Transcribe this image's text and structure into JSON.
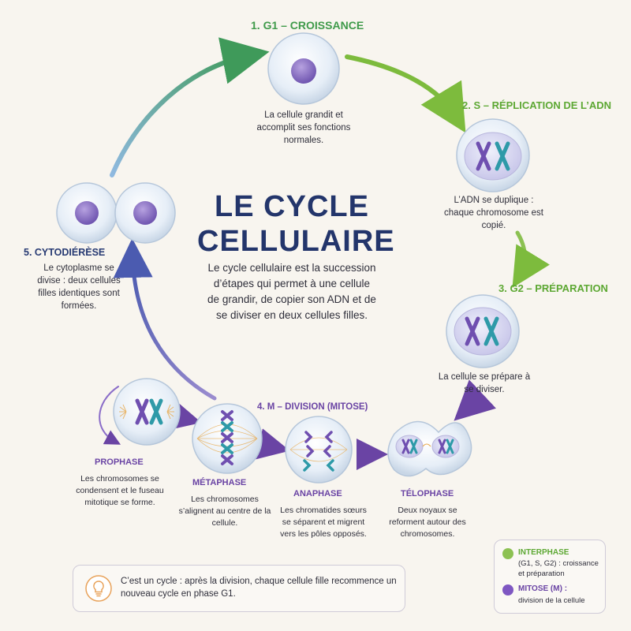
{
  "title": "LE CYCLE CELLULAIRE",
  "intro": "Le cycle cellulaire est la succession d’étapes qui permet à une cellule de grandir, de copier son ADN et de se diviser en deux cellules filles.",
  "phases": {
    "g1": {
      "label": "1. G1 – CROISSANCE",
      "description": "La cellule grandit et accomplit ses fonctions normales."
    },
    "s": {
      "label": "2. S – RÉPLICATION DE L’ADN",
      "description": "L’ADN se duplique : chaque chromosome est copié."
    },
    "g2": {
      "label": "3. G2 – PRÉPARATION",
      "description": "La cellule se prépare à se diviser."
    },
    "m": {
      "label": "4. M – DIVISION (MITOSE)"
    },
    "cyto": {
      "label": "5. CYTODIÉRÈSE",
      "description": "Le cytoplasme se divise : deux cellules filles identiques sont formées."
    }
  },
  "mitosis": {
    "prophase": {
      "label": "PROPHASE",
      "description": "Les chromosomes se condensent et le fuseau mitotique se forme."
    },
    "metaphase": {
      "label": "MÉTAPHASE",
      "description": "Les chromosomes s’alignent au centre de la cellule."
    },
    "anaphase": {
      "label": "ANAPHASE",
      "description": "Les chromatides sœurs se séparent et migrent vers les pôles opposés."
    },
    "telophase": {
      "label": "TÉLOPHASE",
      "description": "Deux noyaux se reforment autour des chromosomes."
    }
  },
  "note": {
    "icon": "lightbulb-icon",
    "text": "C’est un cycle : après la division, chaque cellule fille recommence un nouveau cycle en phase G1."
  },
  "legend": {
    "interphase": {
      "title": "INTERPHASE",
      "text": "(G1, S, G2) : croissance et préparation",
      "color": "#8cc152"
    },
    "mitose": {
      "title": "MITOSE (M) :",
      "text": "division de la cellule",
      "color": "#7e57c2"
    }
  },
  "colors": {
    "interphase": "#5aa84f",
    "mitosis": "#6a44a4",
    "title": "#23356b",
    "chromosome_purple": "#6f4fb0",
    "chromosome_teal": "#2e9aa8"
  }
}
